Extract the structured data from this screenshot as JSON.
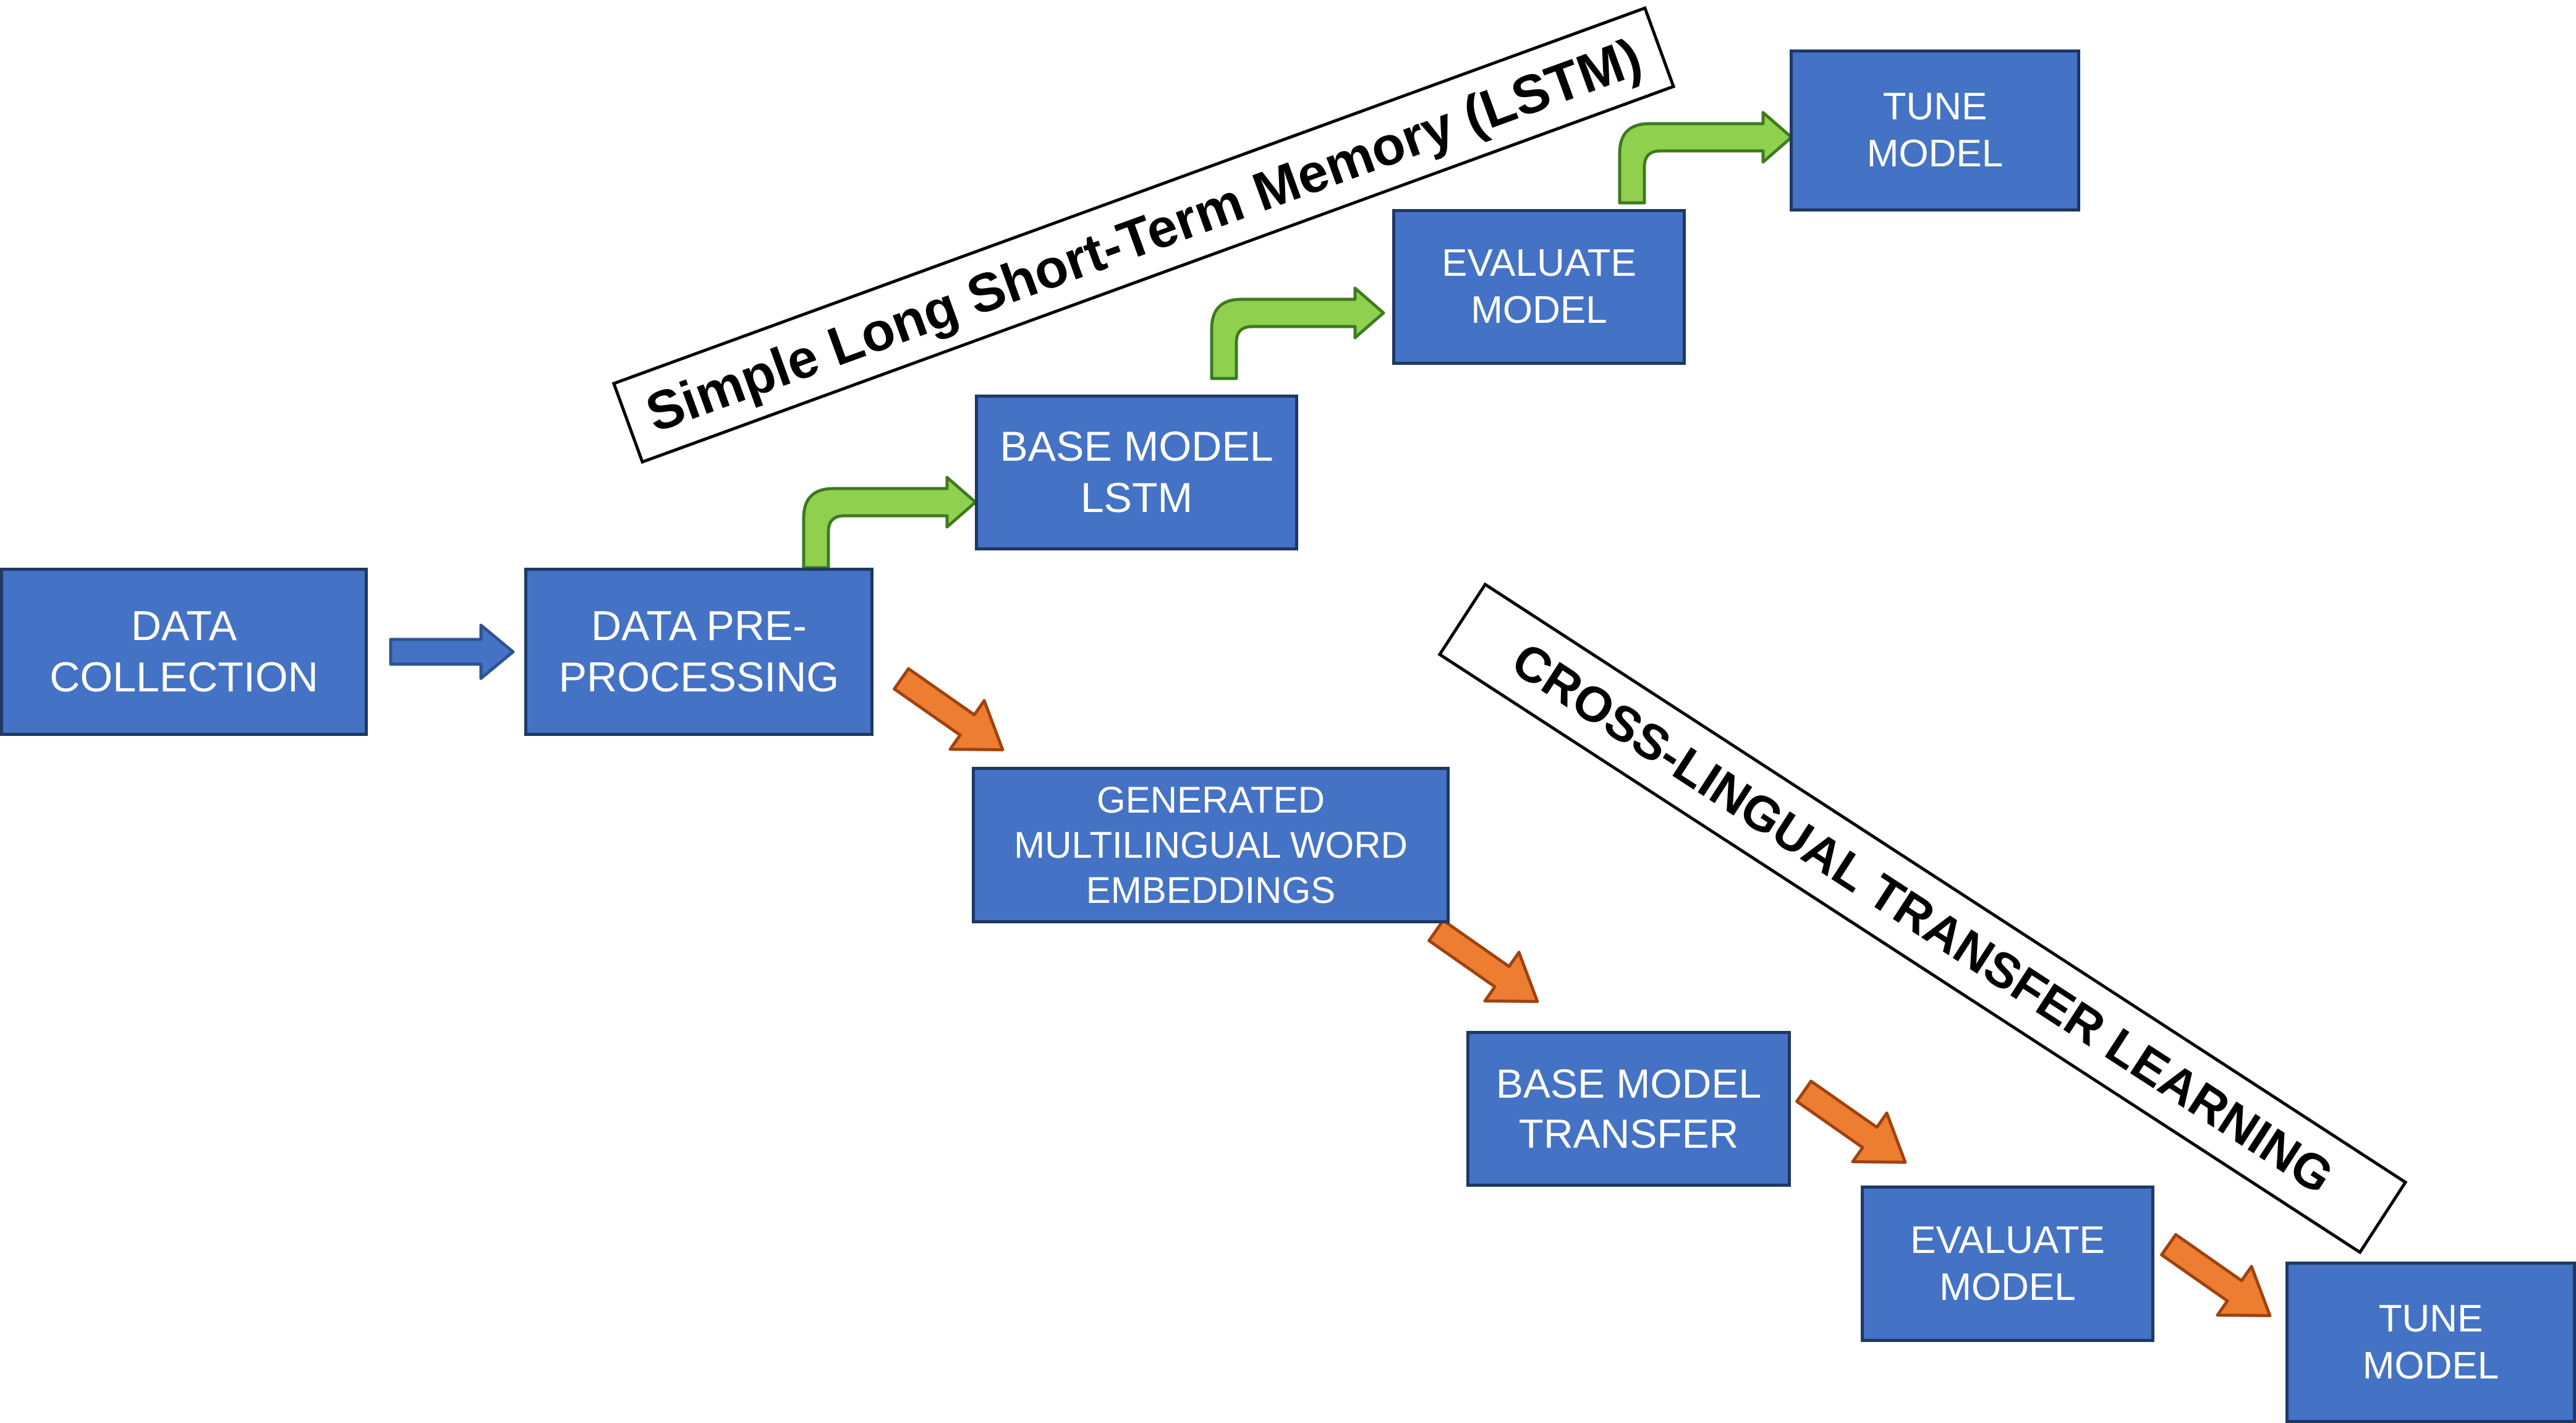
{
  "lstm_banner": "Simple Long Short-Term Memory (LSTM)",
  "transfer_banner": "CROSS-LINGUAL TRANSFER LEARNING",
  "nodes": {
    "data_collection": [
      "DATA",
      "COLLECTION"
    ],
    "data_preprocessing": [
      "DATA PRE-",
      "PROCESSING"
    ],
    "base_model_lstm": [
      "BASE MODEL",
      "LSTM"
    ],
    "evaluate_model_lstm": [
      "EVALUATE",
      "MODEL"
    ],
    "tune_model_lstm": [
      "TUNE",
      "MODEL"
    ],
    "generated_embeddings": [
      "GENERATED",
      "MULTILINGUAL WORD",
      "EMBEDDINGS"
    ],
    "base_model_transfer": [
      "BASE MODEL",
      "TRANSFER"
    ],
    "evaluate_model_transfer": [
      "EVALUATE",
      "MODEL"
    ],
    "tune_model_transfer": [
      "TUNE",
      "MODEL"
    ]
  },
  "colors": {
    "box_fill": "#4472c4",
    "box_border": "#1f3864",
    "lstm_arrow": "#8fd14f",
    "transfer_arrow": "#ed7d31",
    "main_arrow": "#4472c4"
  }
}
